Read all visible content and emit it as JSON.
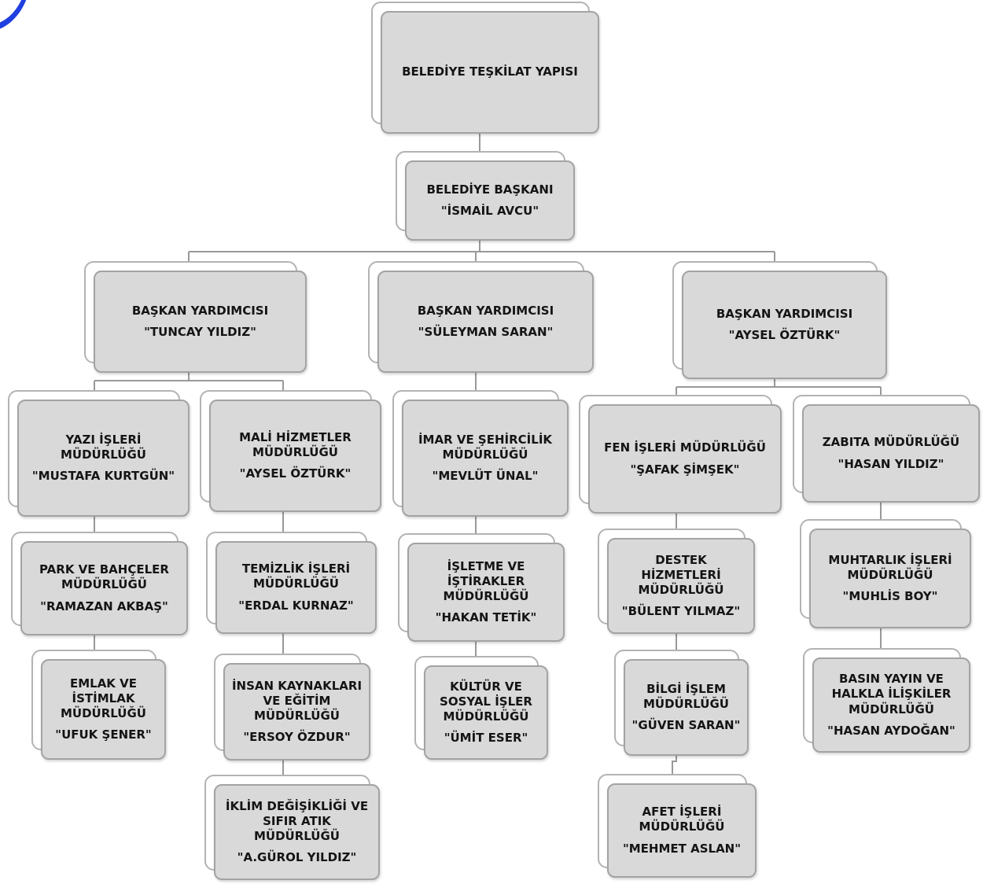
{
  "colors": {
    "box_fill": "#d9d9d9",
    "box_border": "#a3a3a3",
    "shadow_box": "#ffffff",
    "connector": "#999999",
    "text": "#141414",
    "logo": "#1f3fe0"
  },
  "logo": {
    "icon": "blue-swoosh-logo"
  },
  "chart": {
    "root": {
      "title": "BELEDİYE TEŞKİLAT YAPISI"
    },
    "mayor": {
      "title": "BELEDİYE BAŞKANI",
      "name": "\"İSMAİL AVCU\""
    },
    "deputies": [
      {
        "title": "BAŞKAN YARDIMCISI",
        "name": "\"TUNCAY YILDIZ\""
      },
      {
        "title": "BAŞKAN YARDIMCISI",
        "name": "\"SÜLEYMAN SARAN\""
      },
      {
        "title": "BAŞKAN YARDIMCISI",
        "name": "\"AYSEL ÖZTÜRK\""
      }
    ],
    "directorates": {
      "yazi": {
        "title": "YAZI İŞLERİ MÜDÜRLÜĞÜ",
        "name": "\"MUSTAFA KURTGÜN\""
      },
      "park": {
        "title": "PARK VE BAHÇELER MÜDÜRLÜĞÜ",
        "name": "\"RAMAZAN AKBAŞ\""
      },
      "emlak": {
        "title": "EMLAK VE İSTİMLAK MÜDÜRLÜĞÜ",
        "name": "\"UFUK ŞENER\""
      },
      "mali": {
        "title": "MALİ HİZMETLER MÜDÜRLÜĞÜ",
        "name": "\"AYSEL ÖZTÜRK\""
      },
      "temizlik": {
        "title": "TEMİZLİK İŞLERİ MÜDÜRLÜĞÜ",
        "name": "\"ERDAL KURNAZ\""
      },
      "insan": {
        "title": "İNSAN KAYNAKLARI VE EĞİTİM MÜDÜRLÜĞÜ",
        "name": "\"ERSOY ÖZDUR\""
      },
      "iklim": {
        "title": "İKLİM DEĞİŞİKLİĞİ VE SIFIR ATIK MÜDÜRLÜĞÜ",
        "name": "\"A.GÜROL YILDIZ\""
      },
      "imar": {
        "title": "İMAR VE ŞEHİRCİLİK MÜDÜRLÜĞÜ",
        "name": "\"MEVLÜT ÜNAL\""
      },
      "isletme": {
        "title": "İŞLETME VE İŞTİRAKLER MÜDÜRLÜĞÜ",
        "name": "\"HAKAN TETİK\""
      },
      "kultur": {
        "title": "KÜLTÜR VE SOSYAL İŞLER MÜDÜRLÜĞÜ",
        "name": "\"ÜMİT ESER\""
      },
      "fen": {
        "title": "FEN İŞLERİ MÜDÜRLÜĞÜ",
        "name": "\"ŞAFAK ŞİMŞEK\""
      },
      "destek": {
        "title": "DESTEK HİZMETLERİ MÜDÜRLÜĞÜ",
        "name": "\"BÜLENT YILMAZ\""
      },
      "bilgi": {
        "title": "BİLGİ İŞLEM MÜDÜRLÜĞÜ",
        "name": "\"GÜVEN SARAN\""
      },
      "afet": {
        "title": "AFET İŞLERİ MÜDÜRLÜĞÜ",
        "name": "\"MEHMET ASLAN\""
      },
      "zabita": {
        "title": "ZABITA MÜDÜRLÜĞÜ",
        "name": "\"HASAN YILDIZ\""
      },
      "muhtarlik": {
        "title": "MUHTARLIK İŞLERİ MÜDÜRLÜĞÜ",
        "name": "\"MUHLİS BOY\""
      },
      "basin": {
        "title": "BASIN YAYIN VE HALKLA İLİŞKİLER MÜDÜRLÜĞÜ",
        "name": "\"HASAN AYDOĞAN\""
      }
    }
  }
}
